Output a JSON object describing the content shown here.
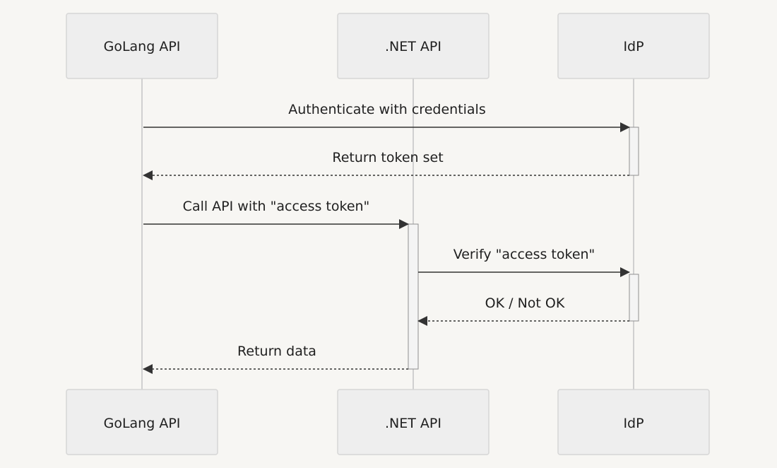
{
  "participants": [
    {
      "id": "golang",
      "label": "GoLang API"
    },
    {
      "id": "dotnet",
      "label": ".NET API"
    },
    {
      "id": "idp",
      "label": "IdP"
    }
  ],
  "messages": [
    {
      "from": "golang",
      "to": "idp",
      "label": "Authenticate with credentials",
      "style": "solid"
    },
    {
      "from": "idp",
      "to": "golang",
      "label": "Return token set",
      "style": "dashed"
    },
    {
      "from": "golang",
      "to": "dotnet",
      "label": "Call API with \"access token\"",
      "style": "solid"
    },
    {
      "from": "dotnet",
      "to": "idp",
      "label": "Verify \"access token\"",
      "style": "solid"
    },
    {
      "from": "idp",
      "to": "dotnet",
      "label": "OK / Not OK",
      "style": "dashed"
    },
    {
      "from": "dotnet",
      "to": "golang",
      "label": "Return data",
      "style": "dashed"
    }
  ],
  "colors": {
    "background": "#f7f6f3",
    "actor_fill": "#eeeeee",
    "line": "#333333"
  }
}
